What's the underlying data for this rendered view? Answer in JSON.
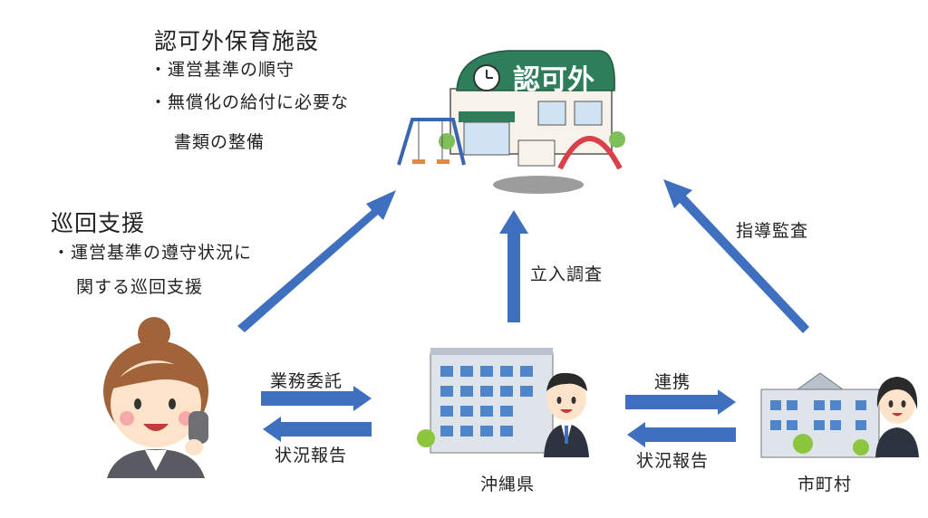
{
  "facility": {
    "title": "認可外保育施設",
    "bullets": [
      "・運営基準の順守",
      "・無償化の給付に必要な"
    ],
    "bullet_continuation": "書類の整備",
    "sign_text": "認可外"
  },
  "patrol": {
    "title": "巡回支援",
    "bullet": "・運営基準の遵守状況に",
    "bullet_continuation": "関する巡回支援"
  },
  "arrows": {
    "onsite_inspection": "立入調査",
    "guidance_audit": "指導監査",
    "business_consignment": "業務委託",
    "status_report_left": "状況報告",
    "cooperation": "連携",
    "status_report_right": "状況報告"
  },
  "entities": {
    "prefecture": "沖縄県",
    "municipality": "市町村"
  },
  "colors": {
    "arrow_blue": "#3f6fbf",
    "facility_green": "#2e7d5b",
    "building_blue": "#4f86c9"
  }
}
